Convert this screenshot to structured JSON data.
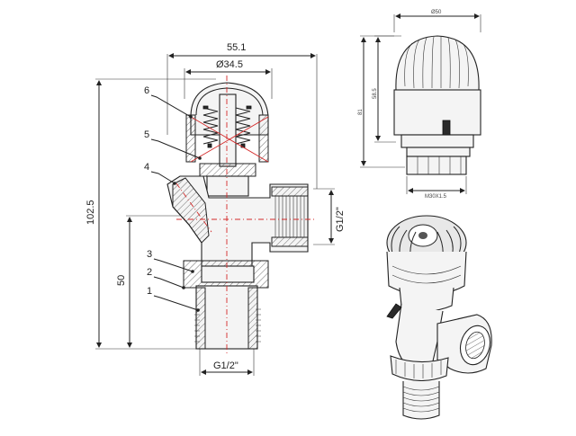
{
  "drawing": {
    "dimensions": {
      "overall_width": "55.1",
      "head_diameter": "Ø34.5",
      "overall_height": "102.5",
      "inlet_height": "50",
      "outlet_thread": "G1/2\"",
      "inlet_thread": "G1/2\""
    },
    "callouts": [
      "6",
      "5",
      "4",
      "3",
      "2",
      "1"
    ],
    "head_view": {
      "top_width": "Ø50",
      "height_outer": "81",
      "height_inner": "58.5",
      "nut_thread": "M30X1.5"
    }
  }
}
